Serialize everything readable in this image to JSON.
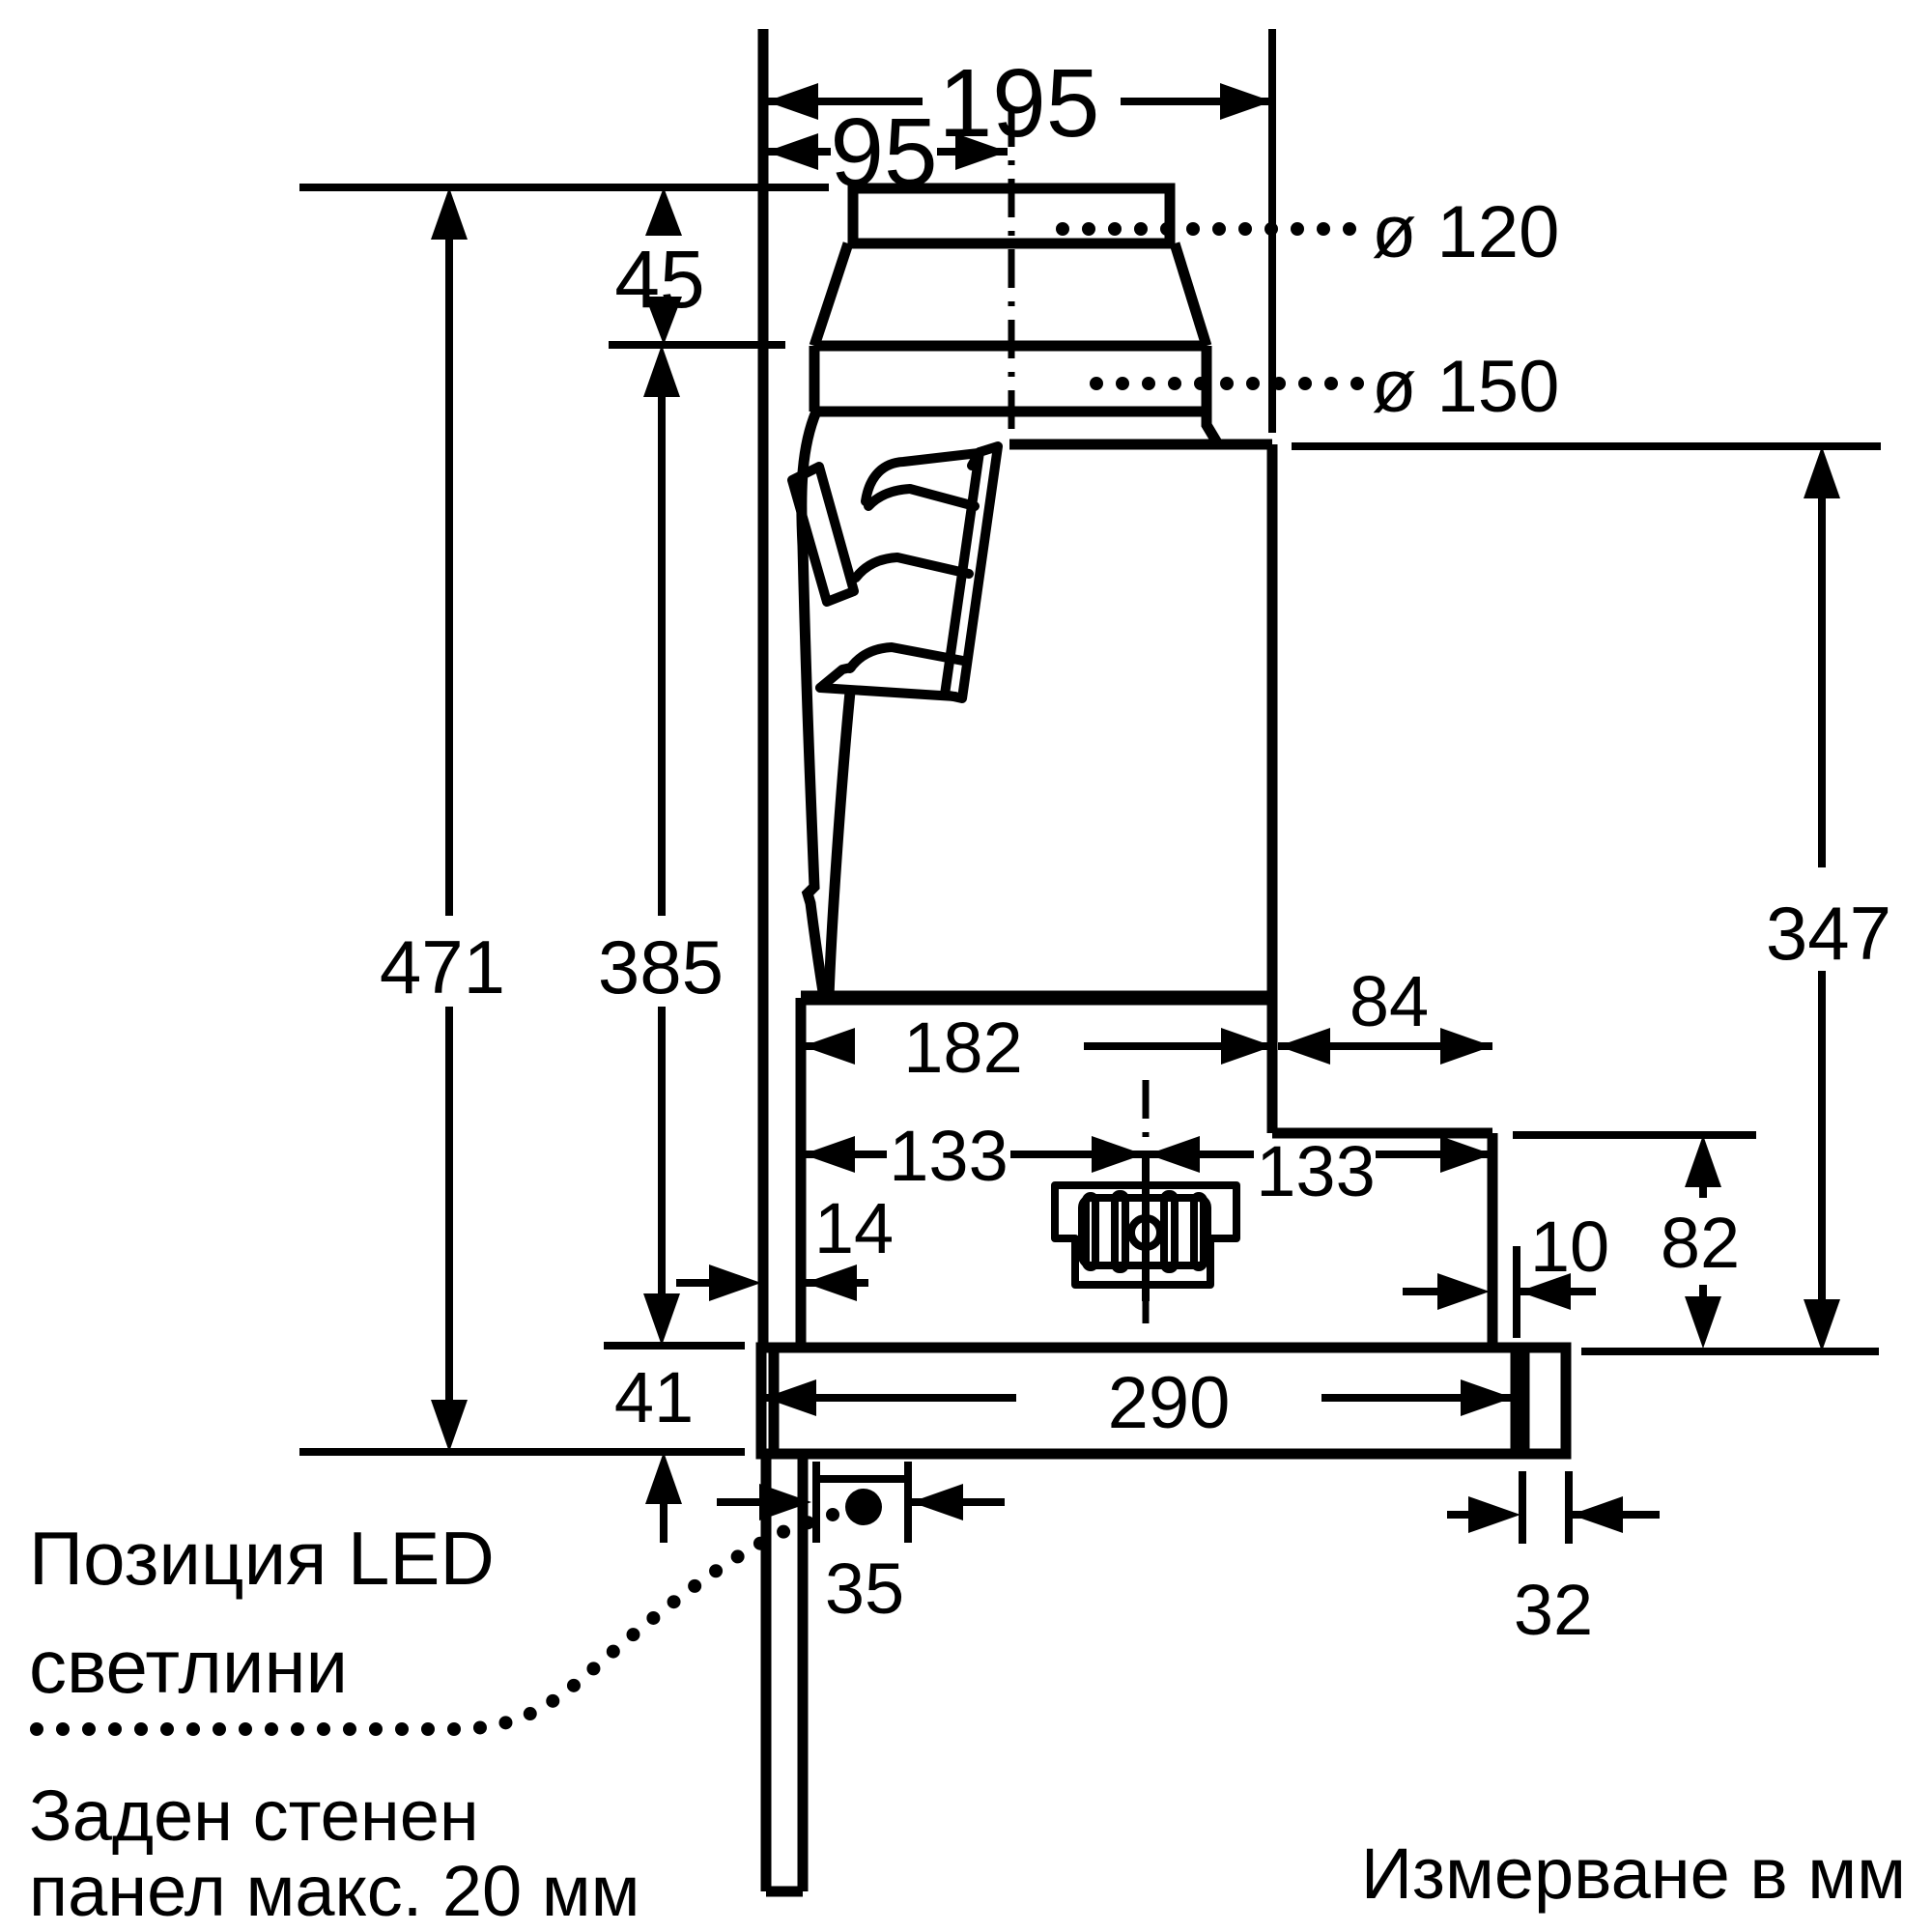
{
  "colors": {
    "ink": "#000000",
    "background": "#ffffff"
  },
  "unit_note": "Измерване в мм",
  "labels": {
    "led_position_line1": "Позиция LED",
    "led_position_line2": "светлини",
    "rear_panel_line1": "Заден стенен",
    "rear_panel_line2": "панел макс. 20 мм"
  },
  "dimensions": {
    "top_width": "195",
    "duct_center_offset": "95",
    "duct_collar_height": "45",
    "duct_dia_small": "ø 120",
    "duct_dia_large": "ø 150",
    "overall_height": "471",
    "body_height": "385",
    "front_height": "347",
    "top_depth_step": "84",
    "housing_depth": "182",
    "center_back": "133",
    "center_front": "133",
    "back_clearance": "14",
    "front_clearance": "10",
    "lower_front_height": "82",
    "panel_thickness": "41",
    "panel_depth": "290",
    "led_offset": "35",
    "handle_width": "32"
  }
}
